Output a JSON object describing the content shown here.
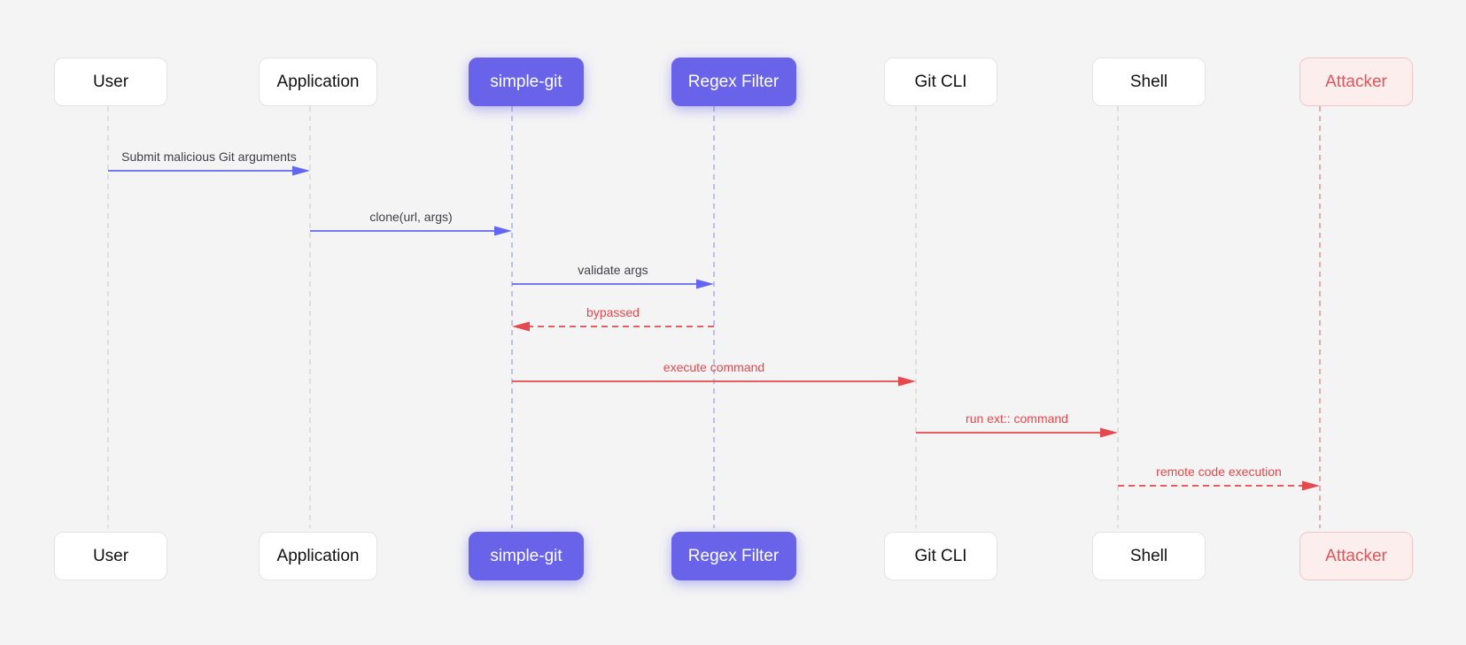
{
  "colors": {
    "background": "#f4f4f5",
    "normal": "#6366f1",
    "danger": "#e5484d",
    "lifeline_default": "#d4d4d8",
    "lifeline_accent": "#a5a8f4",
    "lifeline_danger": "#e88a8d"
  },
  "actors": [
    {
      "id": "user",
      "label": "User",
      "kind": "default"
    },
    {
      "id": "application",
      "label": "Application",
      "kind": "default"
    },
    {
      "id": "simple-git",
      "label": "simple-git",
      "kind": "accent"
    },
    {
      "id": "regex-filter",
      "label": "Regex Filter",
      "kind": "accent"
    },
    {
      "id": "git-cli",
      "label": "Git CLI",
      "kind": "default"
    },
    {
      "id": "shell",
      "label": "Shell",
      "kind": "default"
    },
    {
      "id": "attacker",
      "label": "Attacker",
      "kind": "danger"
    }
  ],
  "messages": [
    {
      "from": 0,
      "to": 1,
      "label": "Submit malicious Git arguments",
      "style": "solid",
      "tone": "normal"
    },
    {
      "from": 1,
      "to": 2,
      "label": "clone(url, args)",
      "style": "solid",
      "tone": "normal"
    },
    {
      "from": 2,
      "to": 3,
      "label": "validate args",
      "style": "solid",
      "tone": "normal"
    },
    {
      "from": 3,
      "to": 2,
      "label": "bypassed",
      "style": "dashed",
      "tone": "danger"
    },
    {
      "from": 2,
      "to": 4,
      "label": "execute command",
      "style": "solid",
      "tone": "danger"
    },
    {
      "from": 4,
      "to": 5,
      "label": "run ext:: command",
      "style": "solid",
      "tone": "danger"
    },
    {
      "from": 5,
      "to": 6,
      "label": "remote code execution",
      "style": "dashed",
      "tone": "danger"
    }
  ]
}
